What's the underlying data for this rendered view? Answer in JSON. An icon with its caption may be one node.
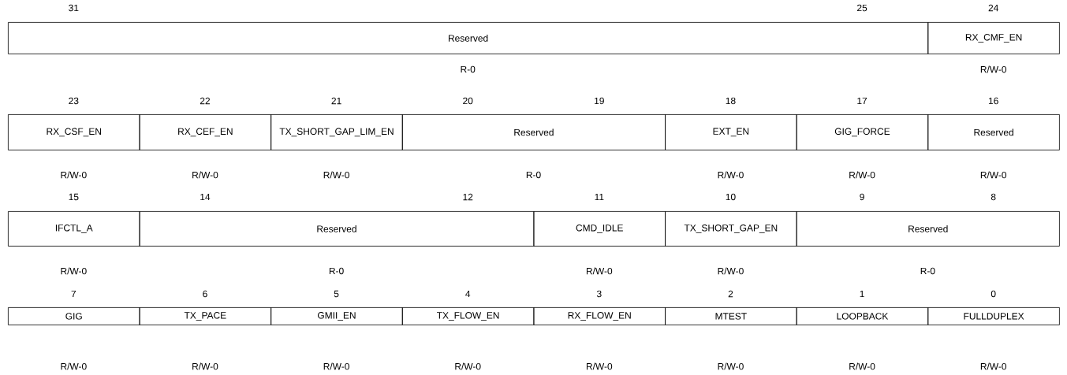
{
  "diagram": {
    "nodes": [
      {
        "text": [
          "Reserved"
        ],
        "beside": [
          "31",
          "25",
          "R-0"
        ]
      },
      {
        "text": [
          "RX_CMF_EN"
        ],
        "beside": [
          "24",
          "R/W-0"
        ]
      },
      {
        "text": [
          "RX_CSF_EN"
        ],
        "beside": [
          "23",
          "R/W-0"
        ]
      },
      {
        "text": [
          "RX_CEF_EN"
        ],
        "beside": [
          "22",
          "R/W-0"
        ]
      },
      {
        "text": [
          "TX_SHORT_GAP_LIM_EN"
        ],
        "beside": [
          "21",
          "R/W-0"
        ]
      },
      {
        "text": [
          "Reserved"
        ],
        "beside": [
          "20",
          "19",
          "R-0"
        ]
      },
      {
        "text": [
          "EXT_EN"
        ],
        "beside": [
          "18",
          "R/W-0"
        ]
      },
      {
        "text": [
          "GIG_FORCE"
        ],
        "beside": [
          "17",
          "R/W-0"
        ]
      },
      {
        "text": [
          "Reserved"
        ],
        "beside": [
          "16",
          "R/W-0"
        ]
      },
      {
        "text": [
          "IFCTL_A"
        ],
        "beside": [
          "15",
          "R/W-0"
        ]
      },
      {
        "text": [
          "Reserved"
        ],
        "beside": [
          "14",
          "12",
          "R-0"
        ]
      },
      {
        "text": [
          "CMD_IDLE"
        ],
        "beside": [
          "11",
          "R/W-0"
        ]
      },
      {
        "text": [
          "TX_SHORT_GAP_EN"
        ],
        "beside": [
          "10",
          "R/W-0"
        ]
      },
      {
        "text": [
          "Reserved"
        ],
        "beside": [
          "9",
          "8",
          "R-0"
        ]
      },
      {
        "text": [
          "GIG"
        ],
        "beside": [
          "7",
          "R/W-0"
        ]
      },
      {
        "text": [
          "TX_PACE"
        ],
        "beside": [
          "6",
          "R/W-0"
        ]
      },
      {
        "text": [
          "GMII_EN"
        ],
        "beside": [
          "5",
          "R/W-0"
        ]
      },
      {
        "text": [
          "TX_FLOW_EN"
        ],
        "beside": [
          "4",
          "R/W-0"
        ]
      },
      {
        "text": [
          "RX_FLOW_EN"
        ],
        "beside": [
          "3",
          "R/W-0"
        ]
      },
      {
        "text": [
          "MTEST"
        ],
        "beside": [
          "2",
          "R/W-0"
        ]
      },
      {
        "text": [
          "LOOPBACK"
        ],
        "beside": [
          "1",
          "R/W-0"
        ]
      },
      {
        "text": [
          "FULLDUPLEX"
        ],
        "beside": [
          "0",
          "R/W-0"
        ]
      }
    ]
  }
}
